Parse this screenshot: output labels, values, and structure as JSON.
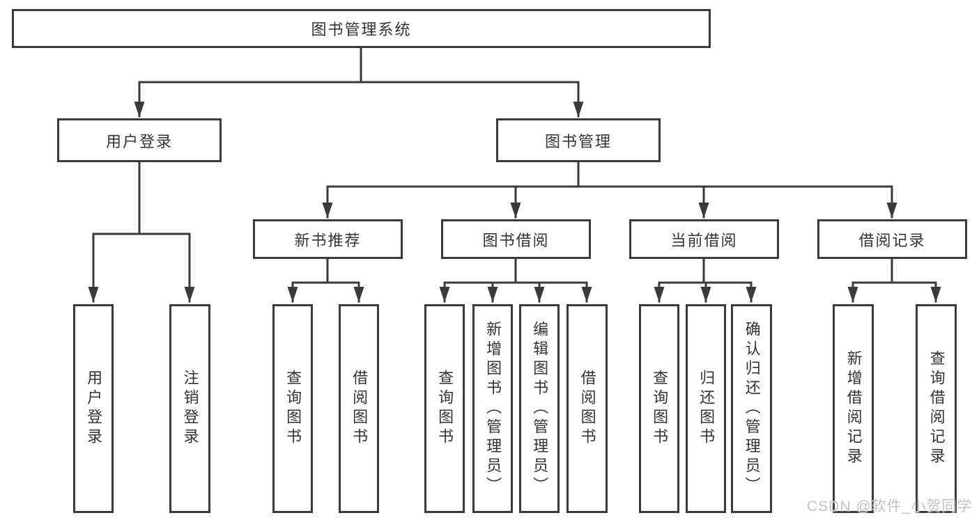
{
  "diagram": {
    "root": {
      "label": "图书管理系统"
    },
    "level2": {
      "user_login": {
        "label": "用户登录"
      },
      "book_mgmt": {
        "label": "图书管理"
      }
    },
    "level3": {
      "new_books": {
        "label": "新书推荐"
      },
      "book_borrow": {
        "label": "图书借阅"
      },
      "current_borrow": {
        "label": "当前借阅"
      },
      "borrow_records": {
        "label": "借阅记录"
      }
    },
    "leaves": {
      "user_login_1": {
        "label": "用户登录"
      },
      "user_login_2": {
        "label": "注销登录"
      },
      "new_books_1": {
        "label": "查询图书"
      },
      "new_books_2": {
        "label": "借阅图书"
      },
      "book_borrow_1": {
        "label": "查询图书"
      },
      "book_borrow_2": {
        "label": "新增图书（管理员）"
      },
      "book_borrow_3": {
        "label": "编辑图书（管理员）"
      },
      "book_borrow_4": {
        "label": "借阅图书"
      },
      "current_borrow_1": {
        "label": "查询图书"
      },
      "current_borrow_2": {
        "label": "归还图书"
      },
      "current_borrow_3": {
        "label": "确认归还（管理员）"
      },
      "borrow_records_1": {
        "label": "新增借阅记录"
      },
      "borrow_records_2": {
        "label": "查询借阅记录"
      }
    }
  },
  "watermark": {
    "text": "CSDN @软件_小贺同学"
  },
  "colors": {
    "line": "#3a3a3a",
    "text": "#333333",
    "background": "#ffffff",
    "watermark": "#c4c4c4"
  }
}
